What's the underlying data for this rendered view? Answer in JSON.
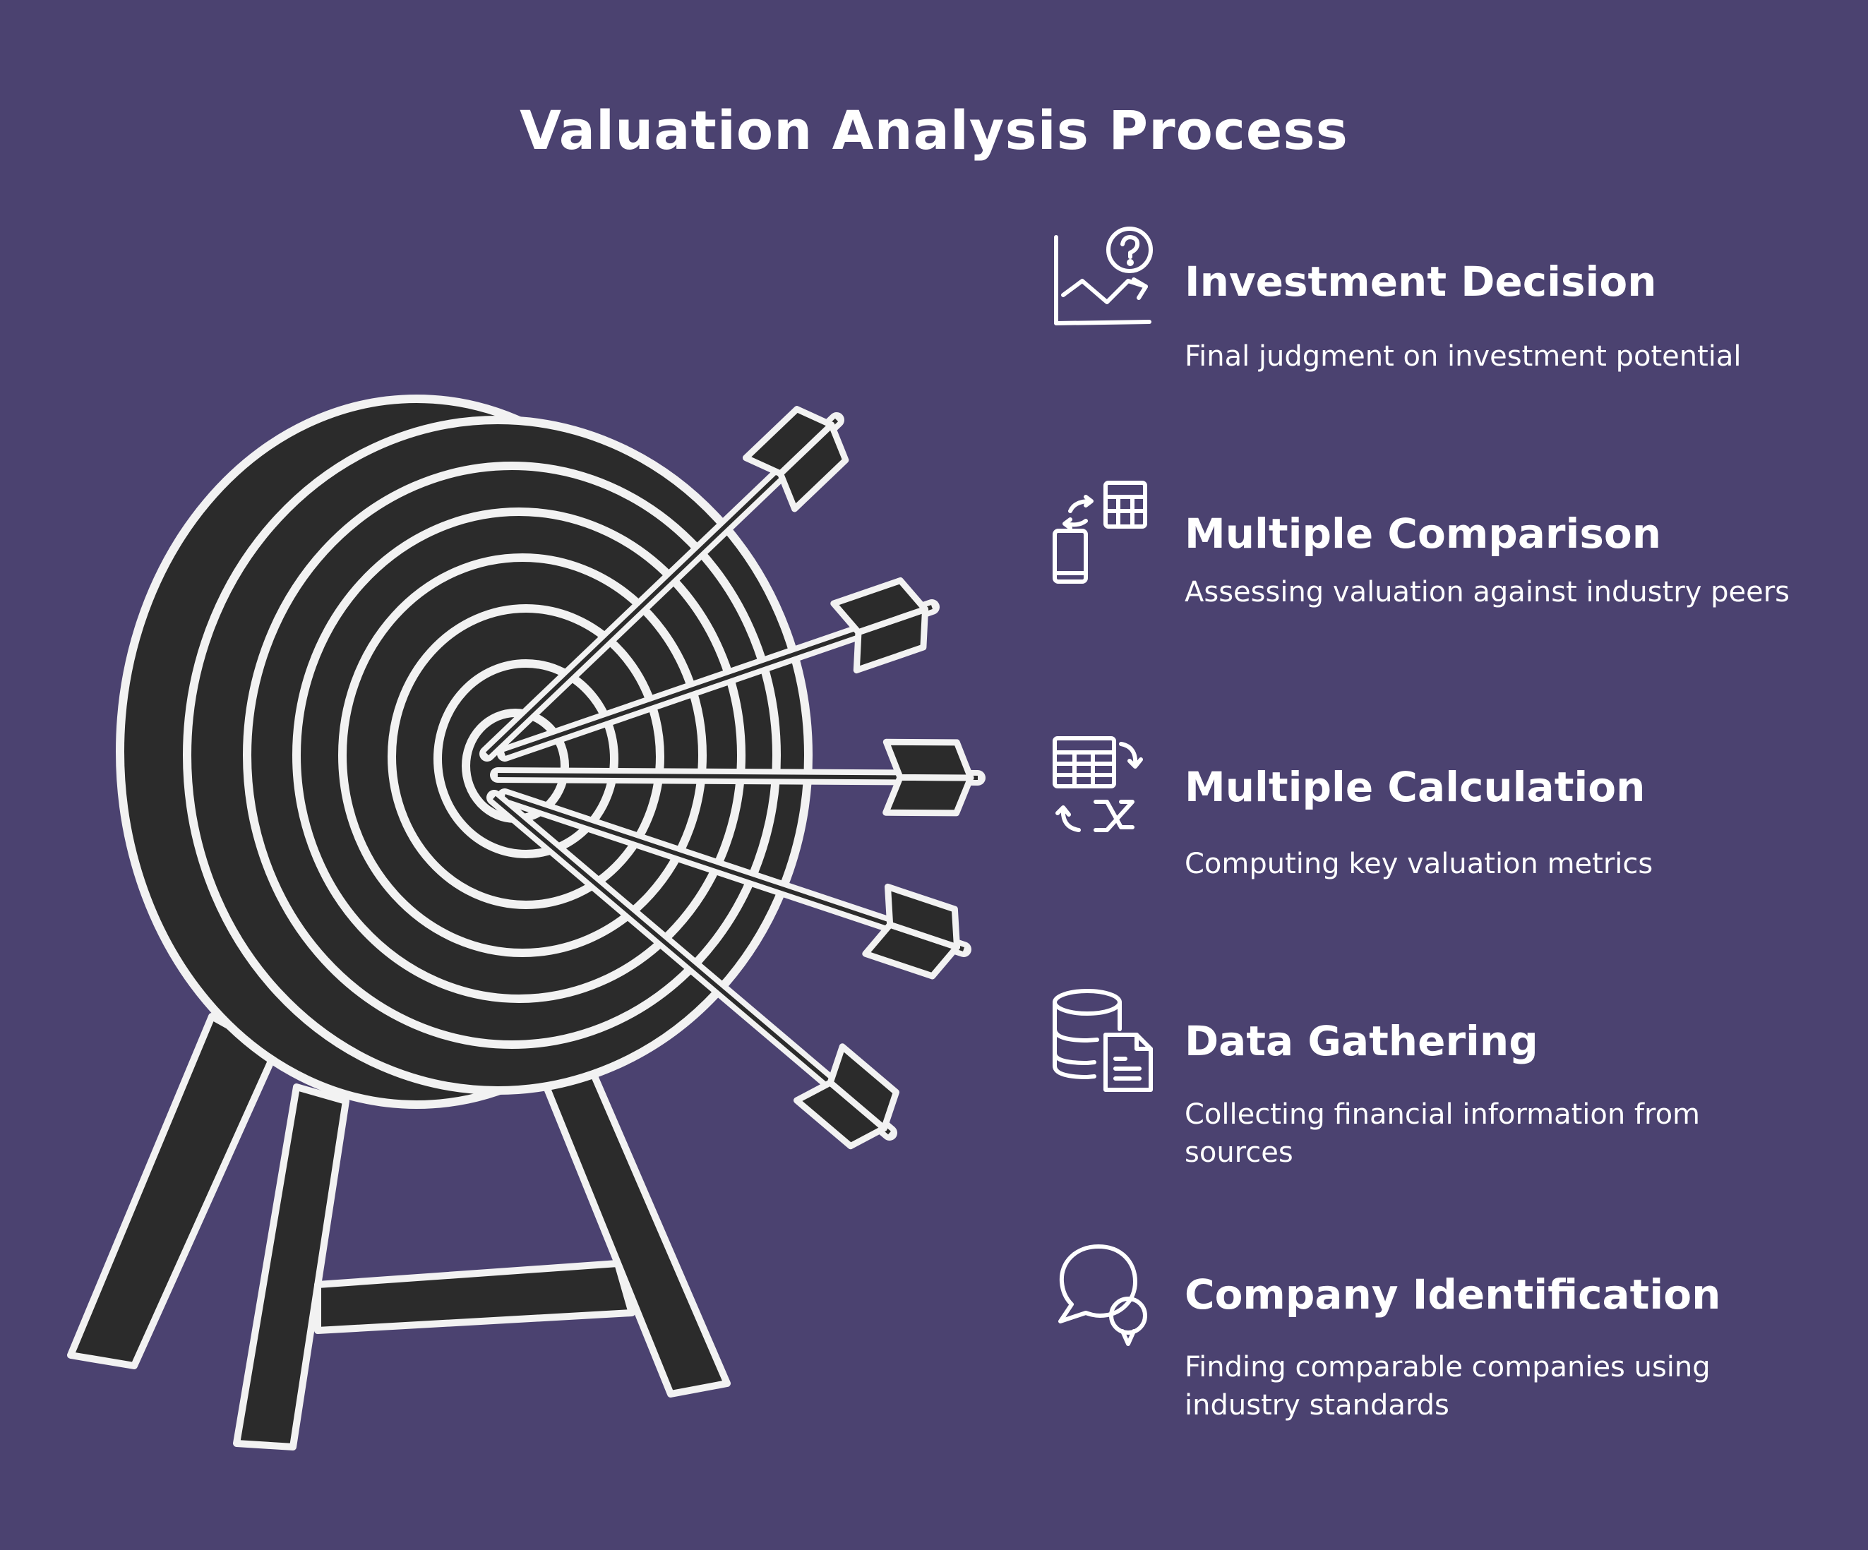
{
  "title": "Valuation Analysis Process",
  "steps": [
    {
      "title": "Investment Decision",
      "description": "Final judgment on investment potential",
      "icon": "chart-question-icon"
    },
    {
      "title": "Multiple Comparison",
      "description": "Assessing valuation against industry peers",
      "icon": "phone-calculator-icon"
    },
    {
      "title": "Multiple Calculation",
      "description": "Computing key valuation metrics",
      "icon": "table-multiply-icon"
    },
    {
      "title": "Data Gathering",
      "description": "Collecting financial information from sources",
      "icon": "database-document-icon"
    },
    {
      "title": "Company Identification",
      "description": "Finding comparable companies using industry standards",
      "icon": "speech-bubbles-icon"
    }
  ],
  "colors": {
    "background": "#4b4270",
    "target": "#2b2b2b",
    "outline": "#f2f2f2"
  }
}
